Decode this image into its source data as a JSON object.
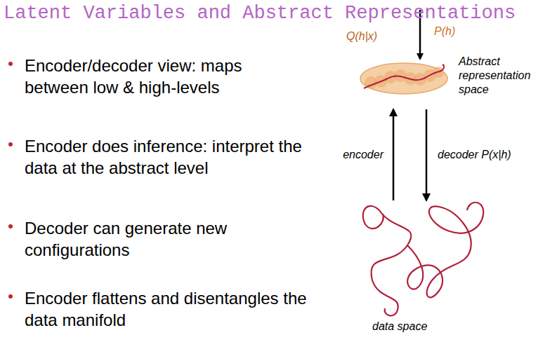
{
  "diagram": {
    "title": "Latent Variables and Abstract Representations",
    "nodes": [
      {
        "text": [
          "Q(h|x)",
          "Abstract representation space"
        ]
      },
      {
        "text": [
          "data space"
        ]
      }
    ],
    "edges": [
      {
        "from": 1,
        "to": 0,
        "label": "encoder",
        "arrow": "to"
      },
      {
        "from": 0,
        "to": 1,
        "label": "decoder P(x|h)",
        "arrow": "to"
      }
    ],
    "labels": [
      "Encoder/decoder view: maps between low & high-levels",
      "Encoder does inference: interpret the data at the abstract level",
      "Decoder can generate new configurations",
      "Encoder flattens and disentangles the data manifold",
      "P(h)"
    ]
  }
}
